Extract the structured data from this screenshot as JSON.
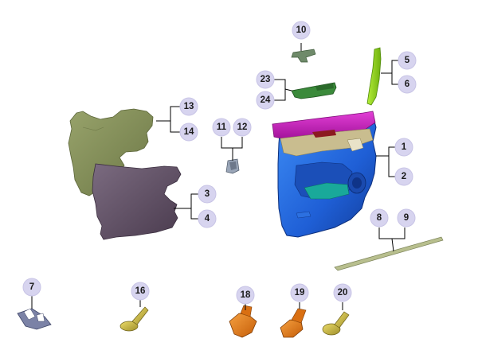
{
  "callouts": {
    "c1": "1",
    "c2": "2",
    "c3": "3",
    "c4": "4",
    "c5": "5",
    "c6": "6",
    "c7": "7",
    "c8": "8",
    "c9": "9",
    "c10": "10",
    "c11": "11",
    "c12": "12",
    "c13": "13",
    "c14": "14",
    "c16": "16",
    "c18": "18",
    "c19": "19",
    "c20": "20",
    "c23": "23",
    "c24": "24"
  },
  "colors": {
    "door_trim_blue": "#1f5fd6",
    "door_trim_top": "#c51ab9",
    "insulator_olive": "#7f8b55",
    "watershield_mauve": "#5a4a5e",
    "molding_green": "#8fd11d",
    "switch_bezel_green": "#2f7a2f",
    "fastener_yellow": "#c8b84a",
    "fastener_orange": "#e07a1a",
    "callout_fill": "#d7d4ef"
  }
}
